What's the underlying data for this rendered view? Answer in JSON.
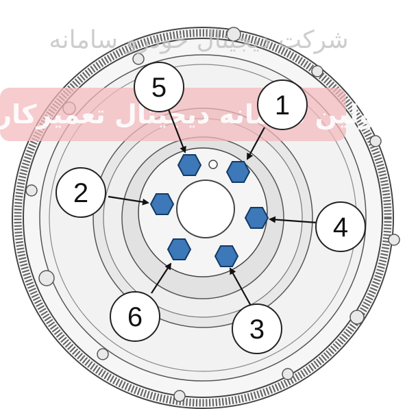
{
  "watermark": {
    "line1": "شرکت دیجیتال خودرو سامانه",
    "line2": "اولین سامانه دیجیتال تعمیرکاران",
    "band_color": "#f3b9bd"
  },
  "colors": {
    "bolt_fill": "#3d78b8",
    "bolt_stroke": "#123a66",
    "flywheel_fill": "#f4f4f4",
    "line": "#444444"
  },
  "callouts": [
    {
      "id": "1",
      "label": "1",
      "points_to": "bolt-upper-right"
    },
    {
      "id": "2",
      "label": "2",
      "points_to": "bolt-left"
    },
    {
      "id": "3",
      "label": "3",
      "points_to": "bolt-lower-right"
    },
    {
      "id": "4",
      "label": "4",
      "points_to": "bolt-right"
    },
    {
      "id": "5",
      "label": "5",
      "points_to": "bolt-upper-left"
    },
    {
      "id": "6",
      "label": "6",
      "points_to": "bolt-lower-left"
    }
  ]
}
